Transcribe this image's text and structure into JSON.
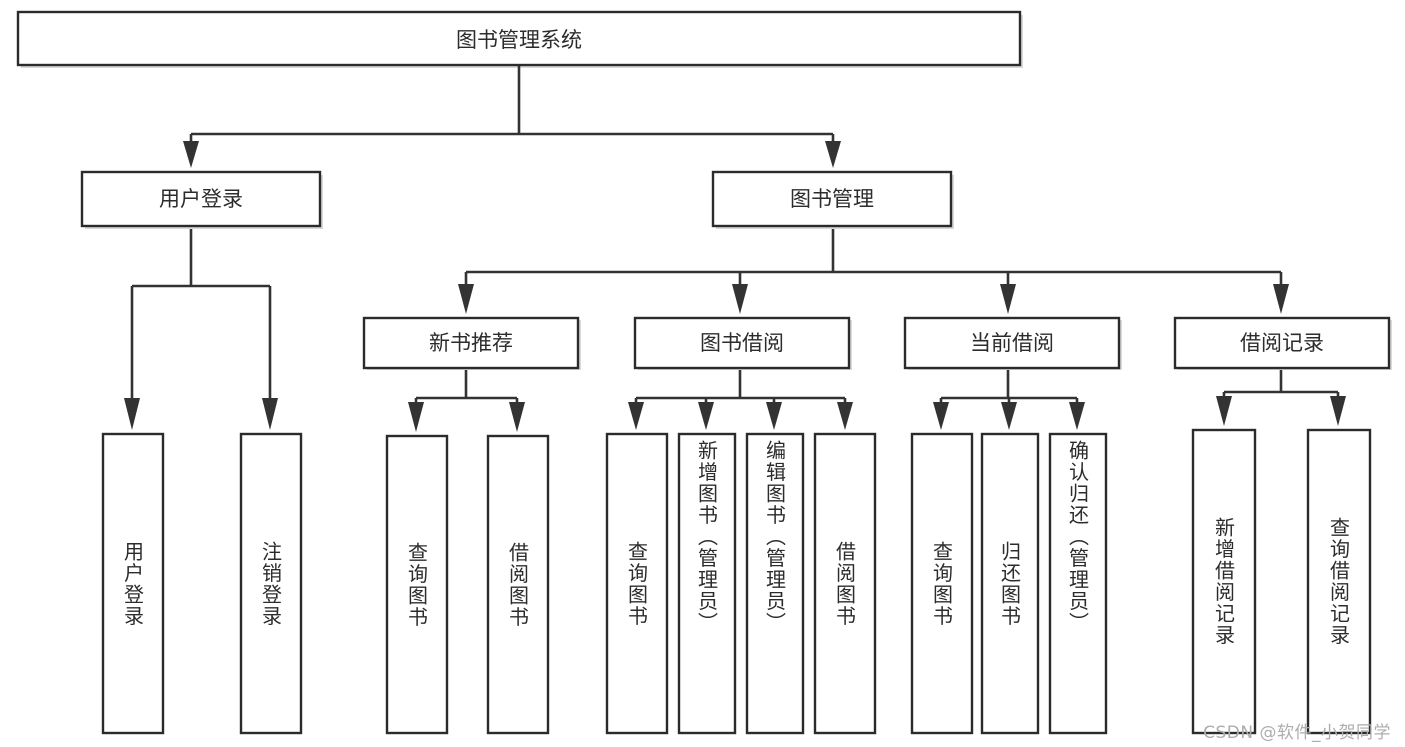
{
  "diagram": {
    "type": "tree-hierarchy-chart",
    "title_text": "图书管理系统",
    "watermark": "CSDN @软件_小贺同学",
    "colors": {
      "box_border": "#2b2b2b",
      "box_fill": "#ffffff",
      "connector": "#333333",
      "text": "#2c2c2c",
      "watermark": "#adadad",
      "background": "#ffffff"
    },
    "root": {
      "id": "root",
      "label": "图书管理系统"
    },
    "level2": [
      {
        "id": "user-login",
        "label": "用户登录"
      },
      {
        "id": "book-management",
        "label": "图书管理"
      }
    ],
    "level3": [
      {
        "id": "new-book-recommend",
        "label": "新书推荐",
        "parent": "book-management"
      },
      {
        "id": "book-borrow",
        "label": "图书借阅",
        "parent": "book-management"
      },
      {
        "id": "current-borrow",
        "label": "当前借阅",
        "parent": "book-management"
      },
      {
        "id": "borrow-record",
        "label": "借阅记录",
        "parent": "book-management"
      }
    ],
    "leaves": [
      {
        "id": "leaf-user-login",
        "label": "用户登录",
        "parent": "user-login"
      },
      {
        "id": "leaf-logout-login",
        "label": "注销登录",
        "parent": "user-login"
      },
      {
        "id": "leaf-query-book-1",
        "label": "查询图书",
        "parent": "new-book-recommend"
      },
      {
        "id": "leaf-borrow-book-1",
        "label": "借阅图书",
        "parent": "new-book-recommend"
      },
      {
        "id": "leaf-query-book-2",
        "label": "查询图书",
        "parent": "book-borrow"
      },
      {
        "id": "leaf-add-book",
        "label": "新增图书（管理员）",
        "parent": "book-borrow"
      },
      {
        "id": "leaf-edit-book",
        "label": "编辑图书（管理员）",
        "parent": "book-borrow"
      },
      {
        "id": "leaf-borrow-book-2",
        "label": "借阅图书",
        "parent": "book-borrow"
      },
      {
        "id": "leaf-query-book-3",
        "label": "查询图书",
        "parent": "current-borrow"
      },
      {
        "id": "leaf-return-book",
        "label": "归还图书",
        "parent": "current-borrow"
      },
      {
        "id": "leaf-confirm-return",
        "label": "确认归还（管理员）",
        "parent": "current-borrow"
      },
      {
        "id": "leaf-add-record",
        "label": "新增借阅记录",
        "parent": "borrow-record"
      },
      {
        "id": "leaf-query-record",
        "label": "查询借阅记录",
        "parent": "borrow-record"
      }
    ]
  }
}
